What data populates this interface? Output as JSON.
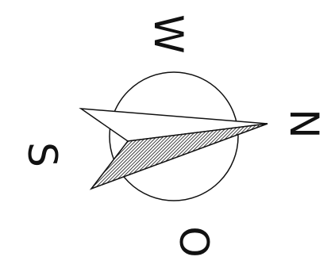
{
  "compass": {
    "letters": {
      "top": "W",
      "right": "N",
      "left": "S",
      "bottom": "O"
    },
    "colors": {
      "stroke": "#111111",
      "background": "#ffffff",
      "hatch": "#111111"
    }
  }
}
